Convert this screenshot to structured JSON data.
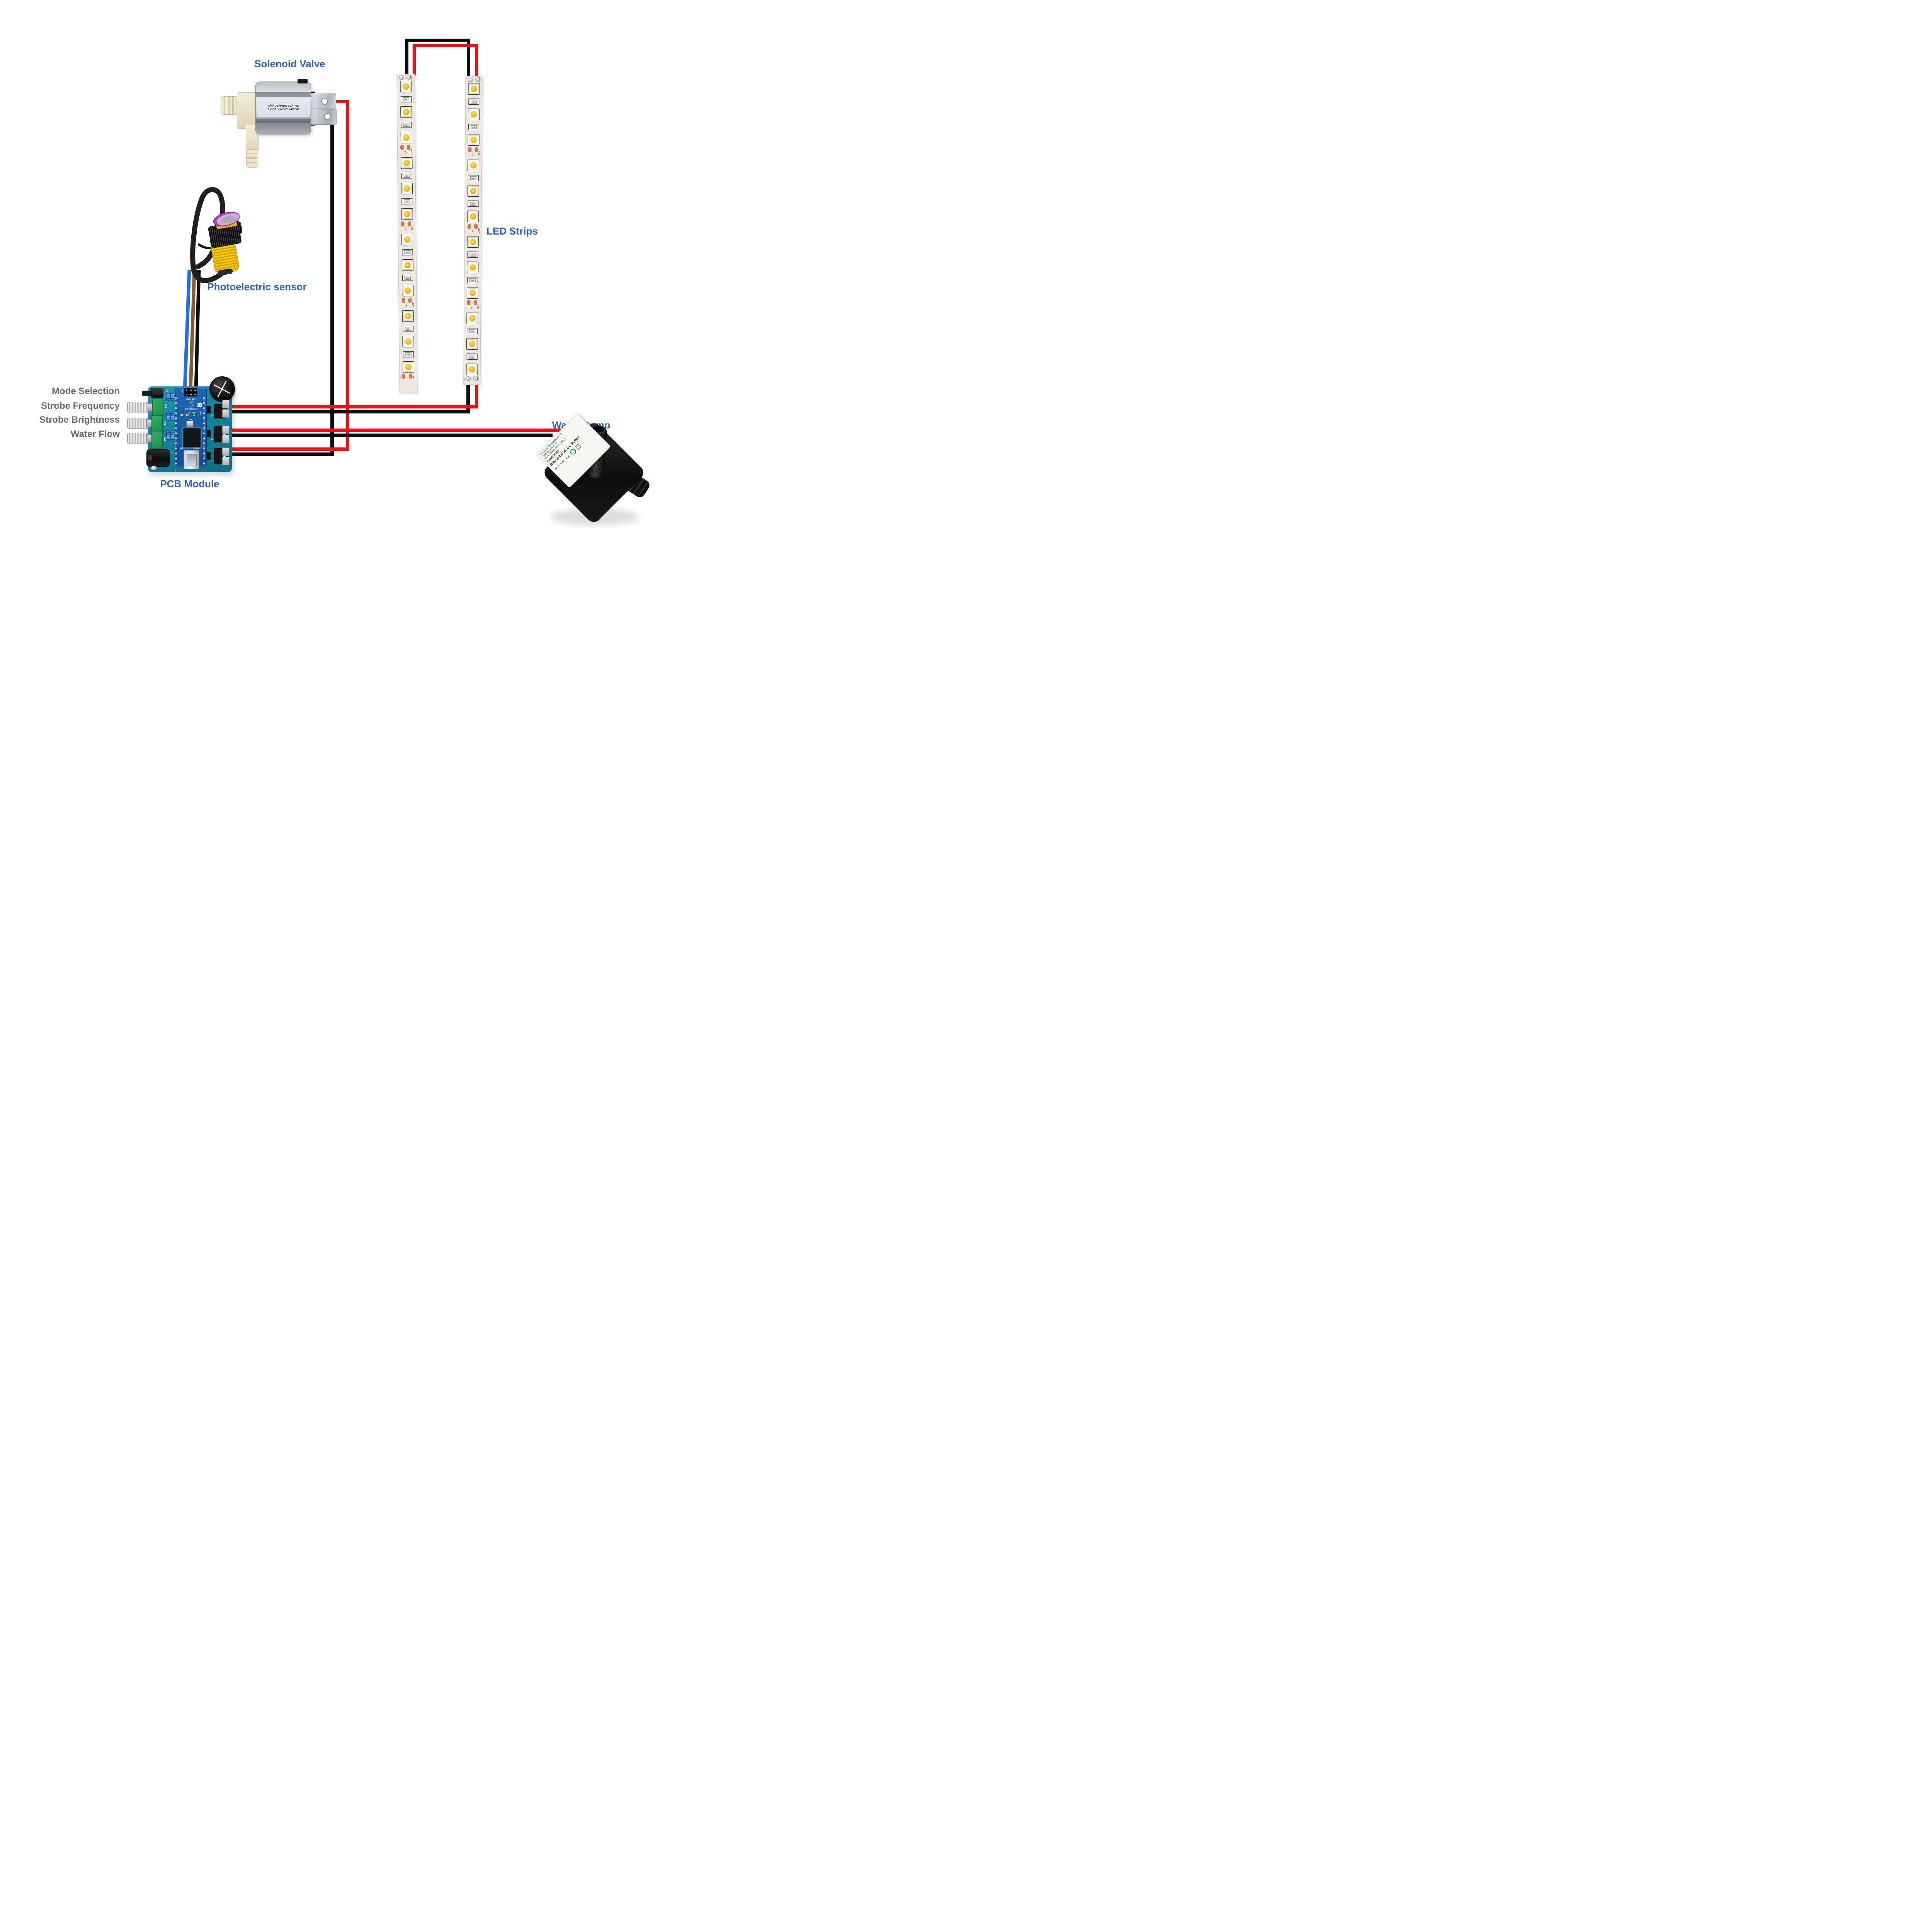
{
  "labels": {
    "solenoid": "Solenoid Valve",
    "led_strips": "LED Strips",
    "photoelectric": "Photoelectric sensor",
    "water_pump": "Water Pump",
    "pcb_module": "PCB Module"
  },
  "controls": [
    "Mode Selection",
    "Strobe Frequency",
    "Strobe Brightness",
    "Water Flow"
  ],
  "solenoid": {
    "marking_line1": "DC12V 100mA 1144Z",
    "marking_line2": "SH-V0829B6-SC(A)Y"
  },
  "led_strips": {
    "plus12v": "+12V",
    "minus": "-",
    "resistor_code": "100",
    "scissors": "✂",
    "led_count_per_strip": 12,
    "strip_count": 2
  },
  "pcb": {
    "silkscreen": {
      "sw": "SW1",
      "rv1": "RV1",
      "rv2": "RV2",
      "rv3": "RV3",
      "j3": "J3",
      "icsp": "ICSP",
      "d1": "D1",
      "d2": "D2",
      "d3": "D3"
    },
    "nano": {
      "brand": "ARDUINO",
      "model": "NANO",
      "version": "V3.0",
      "vendor": "GRAVITECH.US",
      "logo": "G",
      "status_row": "TX  RX  PWR",
      "led4": "LED4",
      "rst": "RST",
      "usa": "USA",
      "year": "2005",
      "pins_left": "TX1 RX0 RST GND D2 D3 D4 D5 D6 D7 D8 D9 D10 D11 D12 D13",
      "pins_right": "VIN GND RST 5V A7 A6 A5 A4 A3 A2 A1 A0 REF 3V3"
    }
  },
  "pump": {
    "plate_lines": [
      "Max Liquid Temperature:60°C",
      "Input: DC 12V 4.2W",
      "Hmax: 300cm   Qmax: 240L/H",
      "Model:QR30E"
    ],
    "plate_title": "BRUSHLESS DC PUMP",
    "made_in": "MADE IN CHINA",
    "ce": "CE"
  },
  "colors": {
    "accent_blue": "#2d61c8",
    "label_gray": "#6a6a6a",
    "wire_red": "#ee1111",
    "wire_black": "#0d0d0d",
    "wire_blue": "#1e6ef5",
    "wire_brown": "#8a5a2b",
    "pcb_teal": "#15839c",
    "led_amber": "#ffb300"
  }
}
